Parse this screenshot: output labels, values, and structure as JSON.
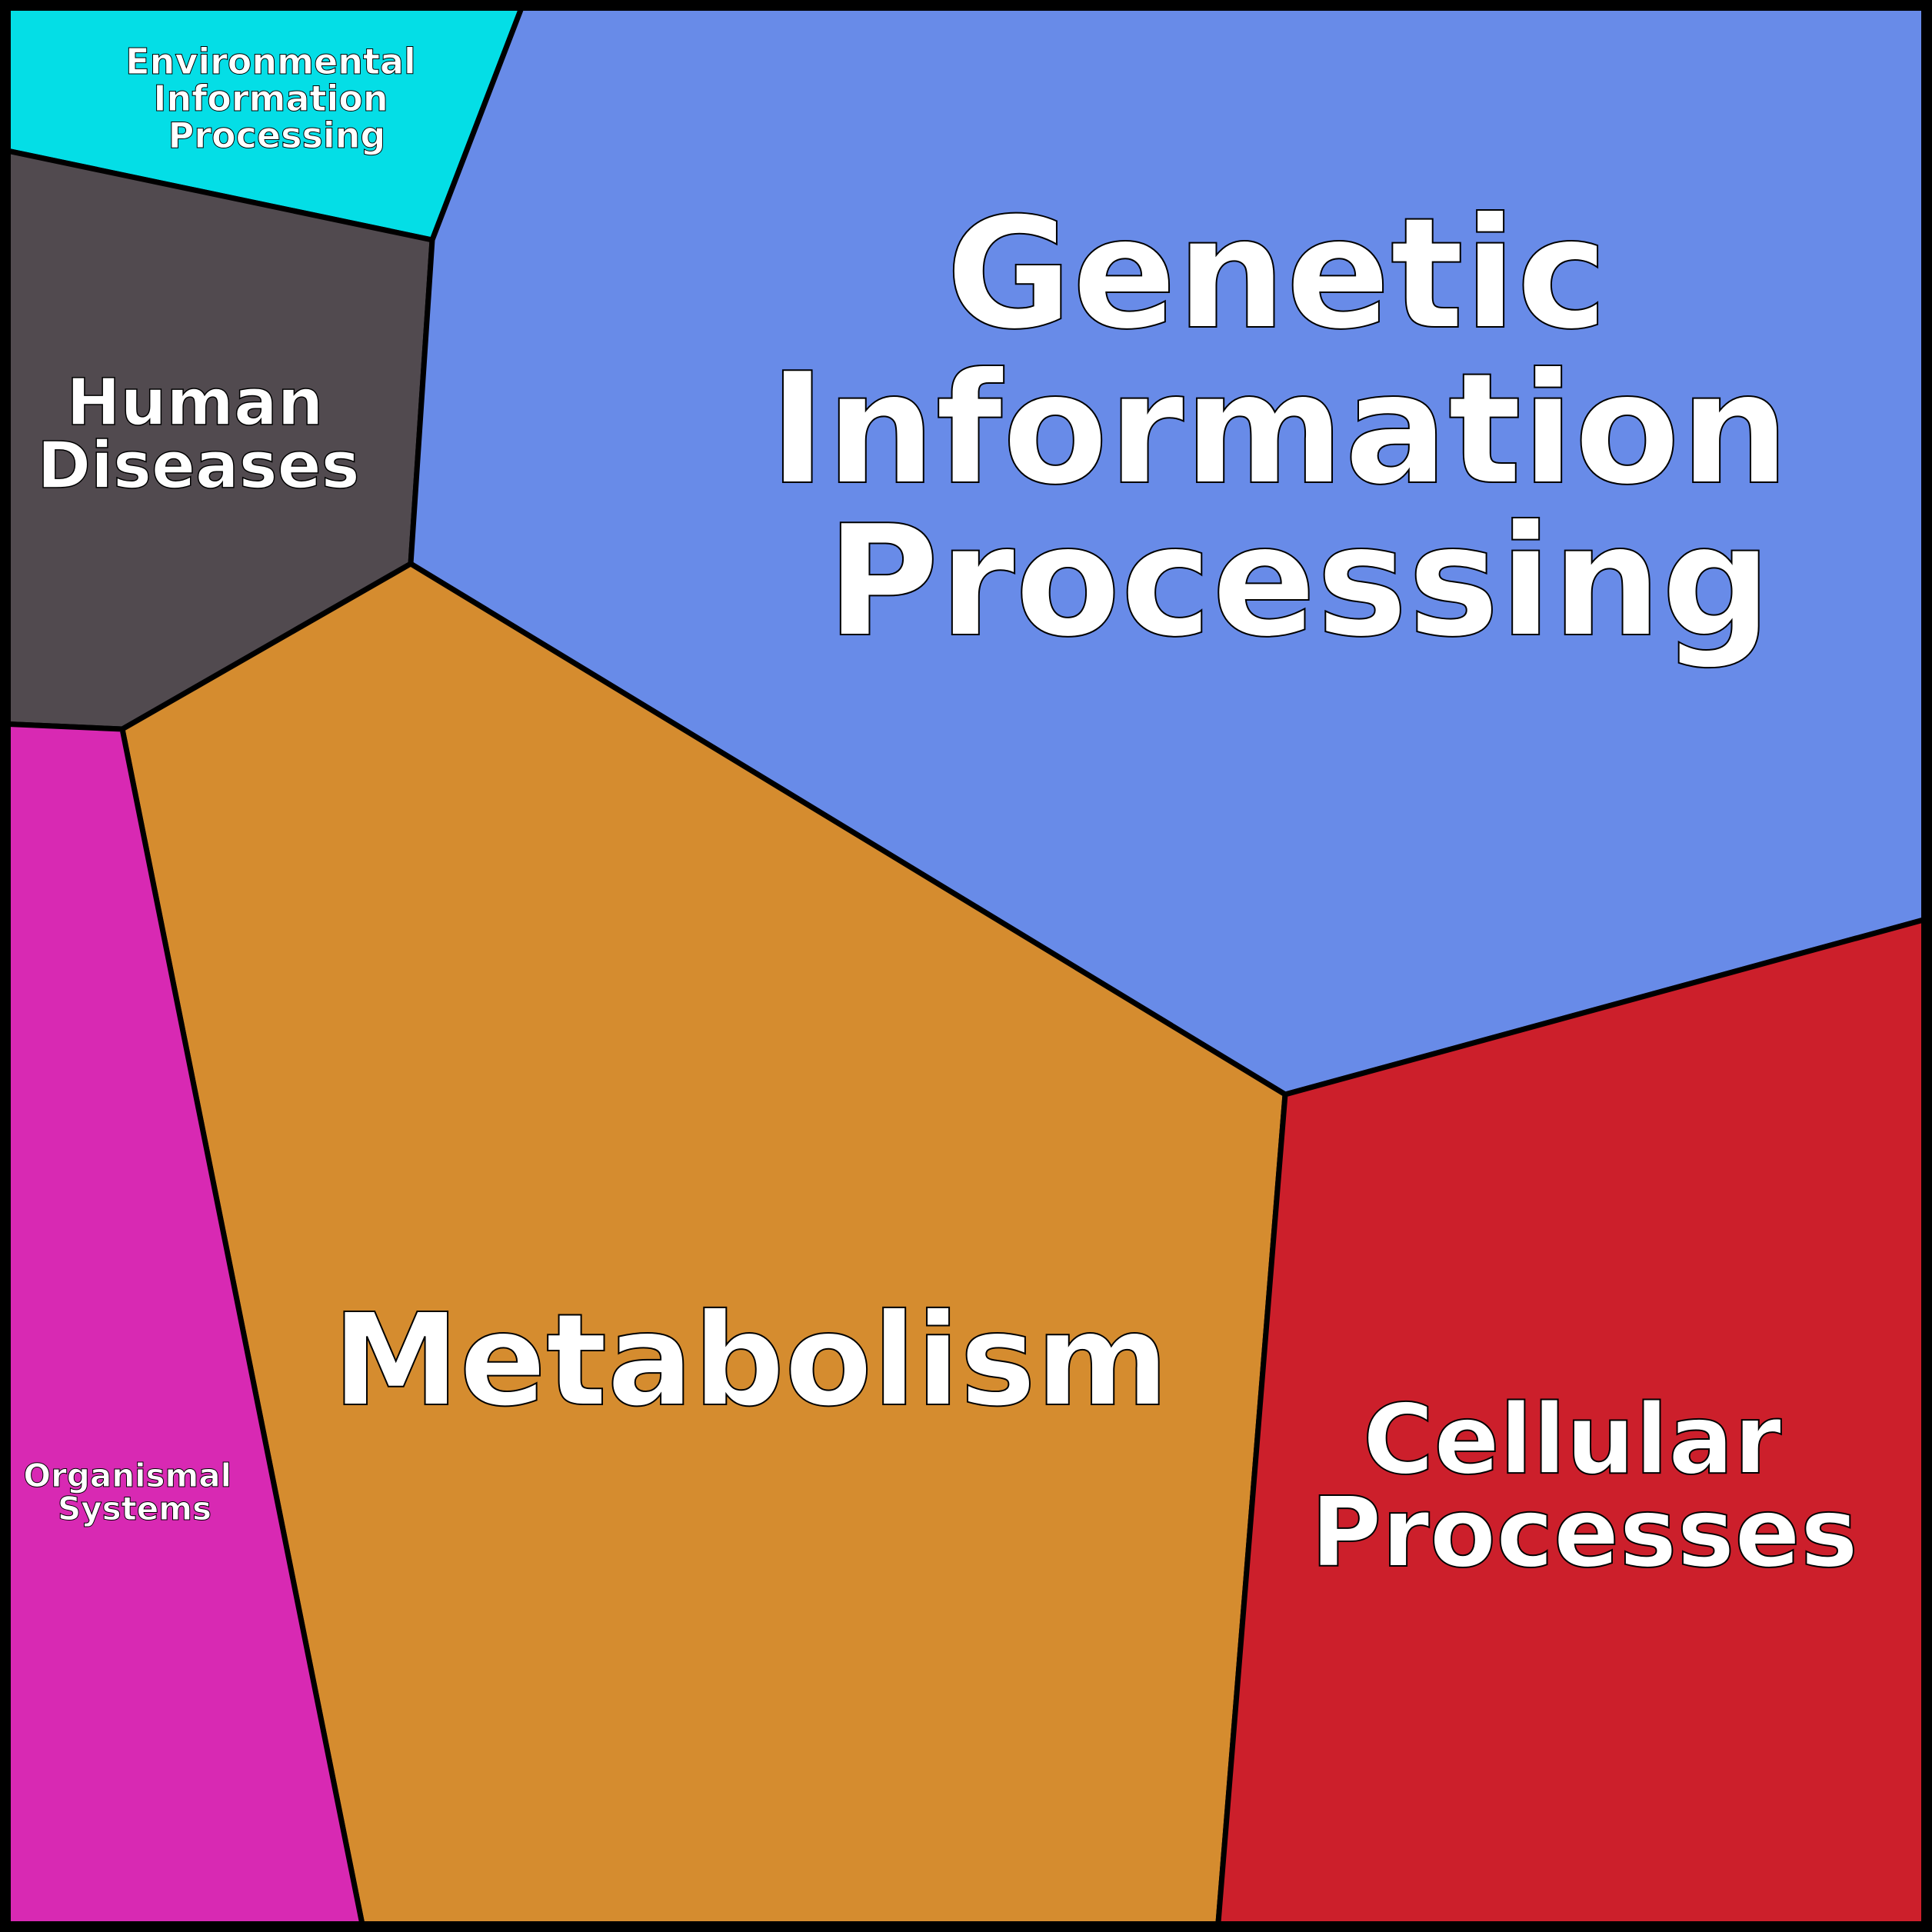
{
  "diagram": {
    "type": "voronoi-treemap",
    "regions": [
      {
        "id": "environmental",
        "color": "#04DEE6",
        "lines": [
          "Environmental",
          "Information",
          "Processing"
        ]
      },
      {
        "id": "human-diseases",
        "color": "#514A4F",
        "lines": [
          "Human",
          "Diseases"
        ]
      },
      {
        "id": "genetic",
        "color": "#688BE8",
        "lines": [
          "Genetic",
          "Information",
          "Processing"
        ]
      },
      {
        "id": "metabolism",
        "color": "#D58C2F",
        "lines": [
          "Metabolism"
        ]
      },
      {
        "id": "organismal",
        "color": "#D829B3",
        "lines": [
          "Organismal",
          "Systems"
        ]
      },
      {
        "id": "cellular",
        "color": "#CC1F2B",
        "lines": [
          "Cellular",
          "Processes"
        ]
      }
    ]
  }
}
